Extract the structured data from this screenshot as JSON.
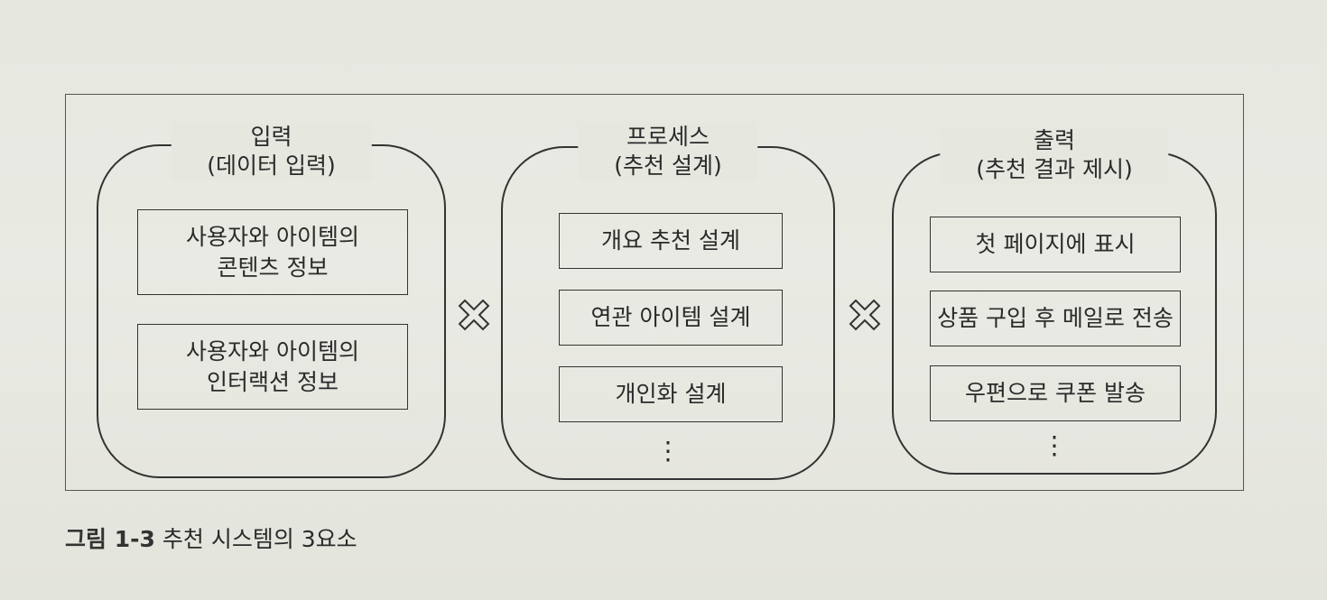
{
  "groups": [
    {
      "title_line1": "입력",
      "title_line2": "(데이터 입력)",
      "items": [
        "사용자와 아이템의\n콘텐츠 정보",
        "사용자와 아이템의\n인터랙션 정보"
      ]
    },
    {
      "title_line1": "프로세스",
      "title_line2": "(추천 설계)",
      "items": [
        "개요 추천 설계",
        "연관 아이템 설계",
        "개인화 설계"
      ],
      "ellipsis": "⋮"
    },
    {
      "title_line1": "출력",
      "title_line2": "(추천 결과 제시)",
      "items": [
        "첫 페이지에 표시",
        "상품 구입 후 메일로 전송",
        "우편으로 쿠폰 발송"
      ],
      "ellipsis": "⋮"
    }
  ],
  "operators": {
    "icon": "times-icon"
  },
  "caption": {
    "label": "그림 1-3",
    "text": "추천 시스템의 3요소"
  }
}
